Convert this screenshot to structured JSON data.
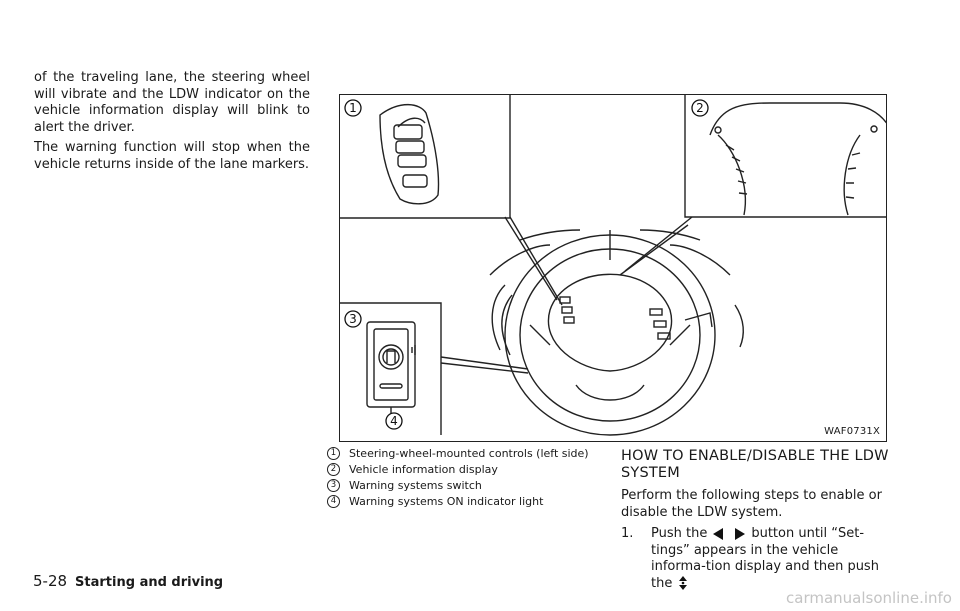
{
  "body_text": {
    "p1": "of the traveling lane, the steering wheel will vibrate and the LDW indicator on the vehicle information display will blink to alert the driver.",
    "p2": "The warning function will stop when the vehicle returns inside of the lane markers."
  },
  "figure": {
    "code": "WAF0731X",
    "callouts": [
      "1",
      "2",
      "3",
      "4"
    ]
  },
  "legend": [
    {
      "num": "1",
      "text": "Steering-wheel-mounted controls (left side)"
    },
    {
      "num": "2",
      "text": "Vehicle information display"
    },
    {
      "num": "3",
      "text": "Warning systems switch"
    },
    {
      "num": "4",
      "text": "Warning systems ON indicator light"
    }
  ],
  "section": {
    "heading": "HOW TO ENABLE/DISABLE THE LDW SYSTEM",
    "intro": "Perform the following steps to enable or disable the LDW system.",
    "step1": {
      "num": "1.",
      "pre": "Push the",
      "mid": "button until “Set-tings” appears in the vehicle informa-tion display and then push the"
    }
  },
  "footer": {
    "page": "5-28",
    "title": "Starting and driving"
  },
  "watermark": "carmanualsonline.info",
  "icons": [
    "left-triangle-icon",
    "right-triangle-icon",
    "ok-scroll-icon"
  ]
}
